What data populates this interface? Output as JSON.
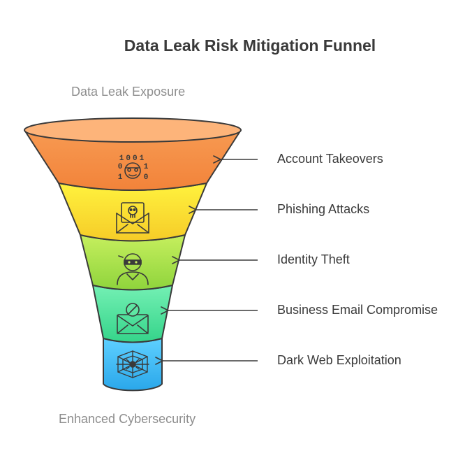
{
  "title": "Data Leak Risk Mitigation Funnel",
  "top_label": "Data Leak Exposure",
  "bottom_label": "Enhanced Cybersecurity",
  "stages": [
    {
      "label": "Account Takeovers",
      "icon": "binary-hacker-icon",
      "color": "#f6a15a"
    },
    {
      "label": "Phishing Attacks",
      "icon": "phishing-email-icon",
      "color": "#f7d832"
    },
    {
      "label": "Identity Theft",
      "icon": "masked-thief-icon",
      "color": "#a8de4a"
    },
    {
      "label": "Business Email Compromise",
      "icon": "blocked-email-icon",
      "color": "#4fdf98"
    },
    {
      "label": "Dark Web Exploitation",
      "icon": "spider-web-icon",
      "color": "#3ab5f0"
    }
  ]
}
